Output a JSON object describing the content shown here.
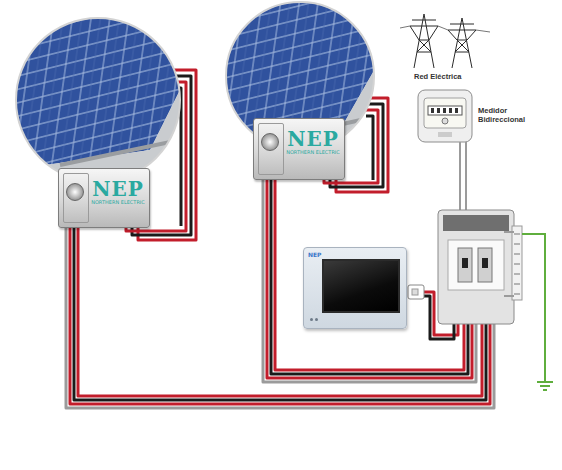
{
  "diagram": {
    "nodes": [
      {
        "text": [
          "NEP",
          "NORTHERN ELECTRIC"
        ]
      },
      {
        "text": [
          "NEP",
          "NORTHERN ELECTRIC"
        ]
      },
      {
        "text": [
          "NEP"
        ]
      }
    ],
    "labels": [
      "Red Eléctrica",
      "Medidor Bidireccional"
    ]
  }
}
